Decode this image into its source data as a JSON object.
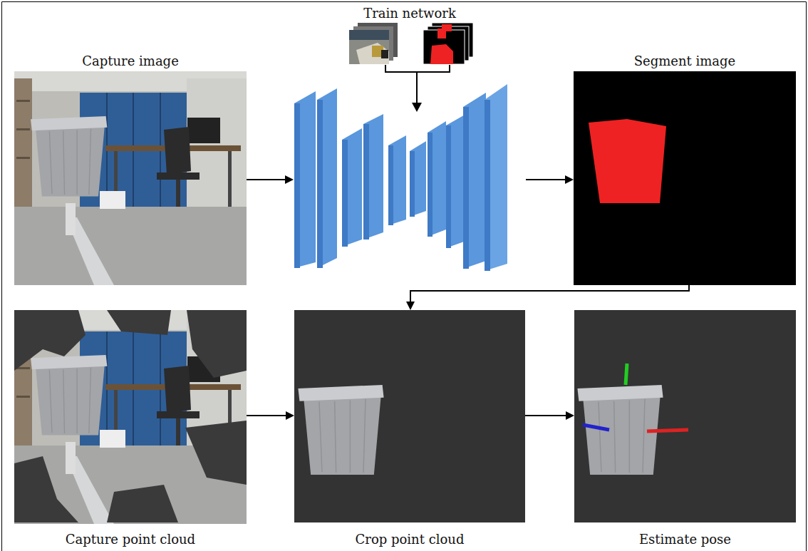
{
  "diagram": {
    "nodes": [
      {
        "text": [
          "Capture image"
        ]
      },
      {
        "text": [
          "Train network"
        ]
      },
      {
        "text": [
          "Segment image"
        ]
      },
      {
        "text": [
          "Capture point cloud"
        ]
      },
      {
        "text": [
          "Crop point cloud"
        ]
      },
      {
        "text": [
          "Estimate pose"
        ]
      }
    ],
    "edges": [
      {
        "from": 0,
        "to": 1,
        "arrow": "to"
      },
      {
        "from": 1,
        "to": 2,
        "arrow": "to"
      },
      {
        "from": 2,
        "to": 4,
        "arrow": "to"
      },
      {
        "from": 3,
        "to": 4,
        "arrow": "to"
      },
      {
        "from": 4,
        "to": 5,
        "arrow": "to"
      }
    ]
  }
}
